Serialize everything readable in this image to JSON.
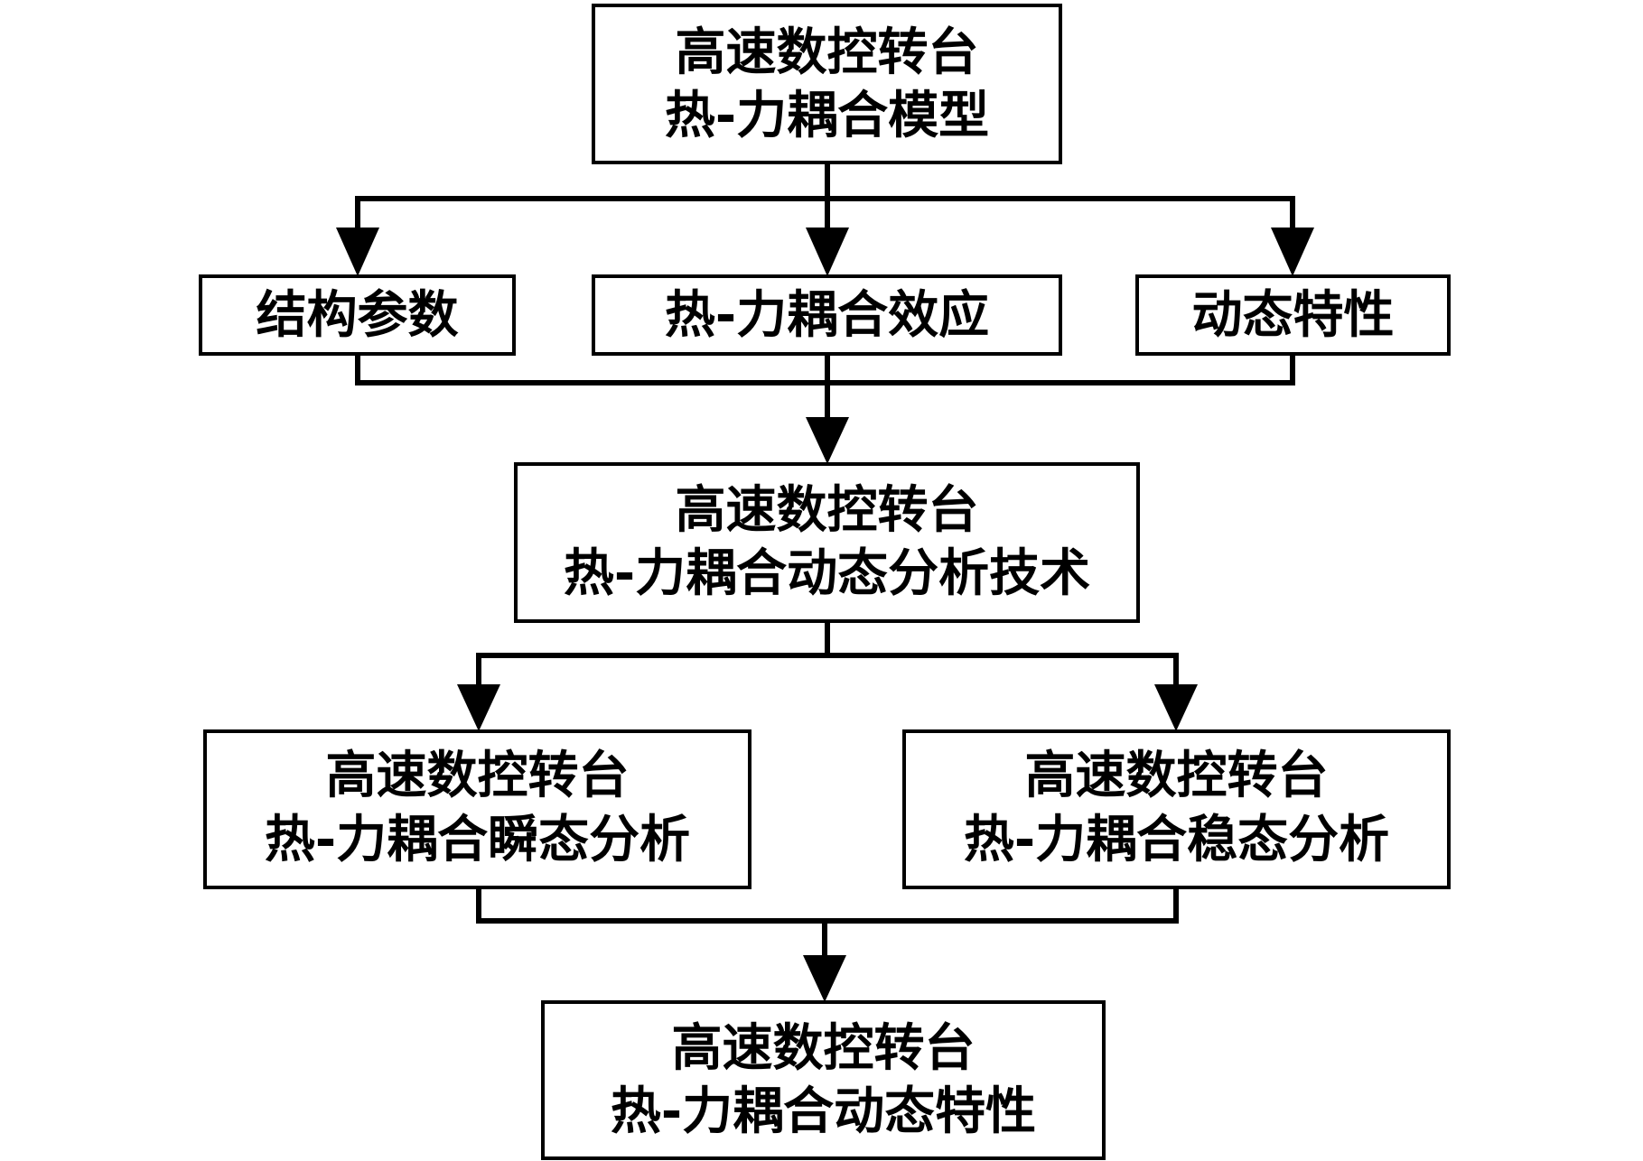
{
  "nodes": {
    "model": {
      "line1": "高速数控转台",
      "line2": "热-力耦合模型"
    },
    "structure": {
      "line1": "结构参数"
    },
    "effect": {
      "line1": "热-力耦合效应"
    },
    "dynamic": {
      "line1": "动态特性"
    },
    "technique": {
      "line1": "高速数控转台",
      "line2": "热-力耦合动态分析技术"
    },
    "transient": {
      "line1": "高速数控转台",
      "line2": "热-力耦合瞬态分析"
    },
    "steady": {
      "line1": "高速数控转台",
      "line2": "热-力耦合稳态分析"
    },
    "result": {
      "line1": "高速数控转台",
      "line2": "热-力耦合动态特性"
    }
  }
}
